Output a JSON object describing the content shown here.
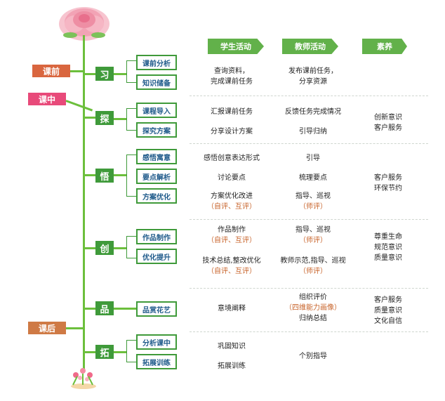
{
  "headers": {
    "student": "学生活动",
    "teacher": "教师活动",
    "literacy": "素养"
  },
  "phases": {
    "pre": "课前",
    "in": "课中",
    "post": "课后"
  },
  "stages": [
    {
      "char": "习",
      "subs": [
        "课前分析",
        "知识储备"
      ]
    },
    {
      "char": "探",
      "subs": [
        "课程导入",
        "探究方案"
      ]
    },
    {
      "char": "悟",
      "subs": [
        "感悟寓意",
        "要点解析",
        "方案优化"
      ]
    },
    {
      "char": "创",
      "subs": [
        "作品制作",
        "优化提升"
      ]
    },
    {
      "char": "品",
      "subs": [
        "品赏花艺"
      ]
    },
    {
      "char": "拓",
      "subs": [
        "分析课中",
        "拓展训练"
      ]
    }
  ],
  "student": {
    "xi1": "查询资料，",
    "xi2": "完成课前任务",
    "tan1": "汇报课前任务",
    "tan2": "分享设计方案",
    "wu1": "感悟创意表达形式",
    "wu2": "讨论要点",
    "wu3": "方案优化改进",
    "wu3e": "（自评、互评）",
    "chuang1": "作品制作",
    "chuang1e": "（自评、互评）",
    "chuang2": "技术总结,整改优化",
    "chuang2e": "（自评、互评）",
    "pin1": "意境阐释",
    "tuo1": "巩固知识",
    "tuo2": "拓展训练"
  },
  "teacher": {
    "xi1": "发布课前任务，",
    "xi2": "分享资源",
    "tan1": "反馈任务完成情况",
    "tan2": "引导归纳",
    "wu1": "引导",
    "wu2": "梳理要点",
    "wu3": "指导、巡视",
    "wu3e": "（师评）",
    "chuang1": "指导、巡视",
    "chuang1e": "（师评）",
    "chuang2": "教师示范,指导、巡视",
    "chuang2e": "（师评）",
    "pin1": "组织评价",
    "pin2": "（四维能力画像）",
    "pin3": "归纳总结",
    "tuo1": "个别指导"
  },
  "literacy": {
    "tan1": "创新意识",
    "tan2": "客户服务",
    "wu1": "客户服务",
    "wu2": "环保节约",
    "chuang1": "尊重生命",
    "chuang2": "规范意识",
    "chuang3": "质量意识",
    "pin1": "客户服务",
    "pin2": "质量意识",
    "pin3": "文化自信"
  },
  "colors": {
    "green": "#3f9a3a",
    "stem": "#6cbf3c",
    "header": "#62b14a",
    "pre": "#d9663f",
    "in": "#e84a7a",
    "post": "#cf7a45",
    "sub_text": "#1e5a8a",
    "eval": "#c8642b"
  }
}
